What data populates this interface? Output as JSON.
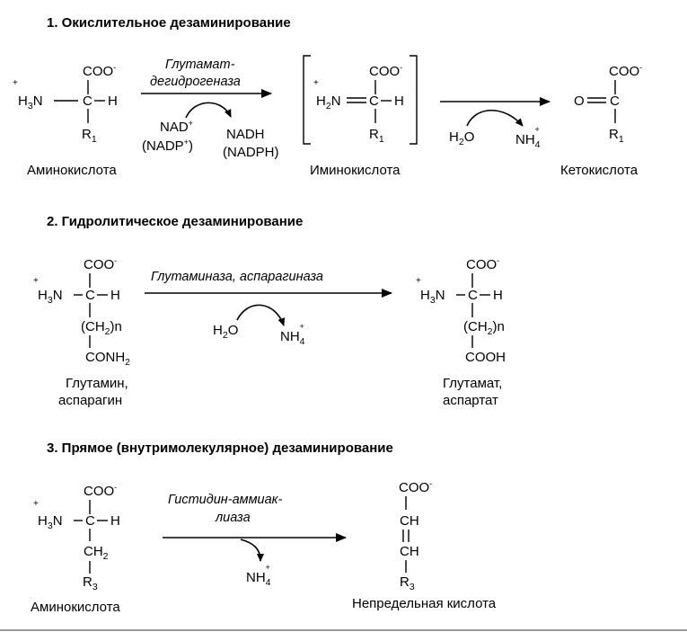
{
  "colors": {
    "background": "#ffffff",
    "ink": "#000000",
    "bottom_rule": "#9a9a9a"
  },
  "sections": [
    {
      "title": "1. Окислительное дезаминирование",
      "enzyme_line1": "Глутамат-",
      "enzyme_line2": "дегидрогеназа",
      "cofactor_in_1": "NAD",
      "cofactor_in_1_sup": "+",
      "cofactor_in_2": "(NADP",
      "cofactor_in_2_sup": "+",
      "cofactor_in_2_close": ")",
      "cofactor_out_1": "NADH",
      "cofactor_out_2": "(NADPH)",
      "water": "H",
      "water_sub": "2",
      "water_o": "O",
      "ammonium": "NH",
      "ammonium_sub": "4",
      "ammonium_sup": "+",
      "substrate_label": "Аминокислота",
      "intermediate_label": "Иминокислота",
      "product_label": "Кетокислота"
    },
    {
      "title": "2. Гидролитическое дезаминирование",
      "enzyme": "Глутаминаза, аспарагиназа",
      "water": "H",
      "water_sub": "2",
      "water_o": "O",
      "ammonium": "NH",
      "ammonium_sub": "4",
      "ammonium_sup": "+",
      "substrate_label_1": "Глутамин,",
      "substrate_label_2": "аспарагин",
      "product_label_1": "Глутамат,",
      "product_label_2": "аспартат"
    },
    {
      "title": "3. Прямое (внутримолекулярное) дезаминирование",
      "enzyme_line1": "Гистидин-аммиак-",
      "enzyme_line2": "лиаза",
      "ammonium": "NH",
      "ammonium_sub": "4",
      "ammonium_sup": "+",
      "substrate_label": "Аминокислота",
      "product_label": "Непредельная кислота"
    }
  ],
  "chem": {
    "coo": "COO",
    "coo_charge": "-",
    "plus": "+",
    "h": "H",
    "n": "N",
    "c": "C",
    "o": "O",
    "r": "R",
    "r1_sub": "1",
    "r3_sub": "3",
    "h3_sub": "3",
    "h2_sub": "2",
    "ch": "CH",
    "ch2": "CH",
    "ch2_paren_open": "(CH",
    "ch2_paren_close": ")n",
    "conh": "CONH",
    "cooh": "COOH"
  }
}
